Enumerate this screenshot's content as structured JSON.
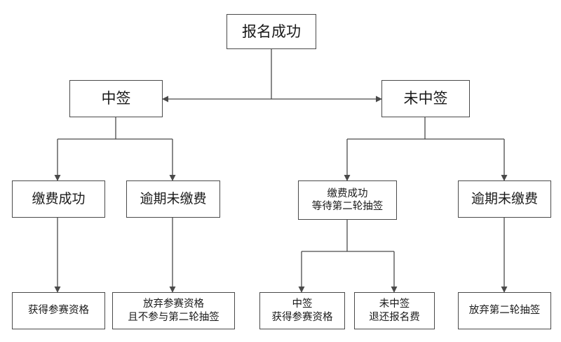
{
  "diagram": {
    "root": "报名成功",
    "won": "中签",
    "lost": "未中签",
    "won_paid": "缴费成功",
    "won_unpaid": "逾期未缴费",
    "lost_paid": "缴费成功\n等待第二轮抽签",
    "lost_unpaid": "逾期未缴费",
    "won_paid_result": "获得参赛资格",
    "won_unpaid_result": "放弃参赛资格\n且不参与第二轮抽签",
    "round2_won": "中签\n获得参赛资格",
    "round2_lost": "未中签\n退还报名费",
    "lost_unpaid_result": "放弃第二轮抽签"
  },
  "colors": {
    "line": "#4a4a4a",
    "border": "#4a4a4a",
    "text": "#1a1a1a"
  }
}
